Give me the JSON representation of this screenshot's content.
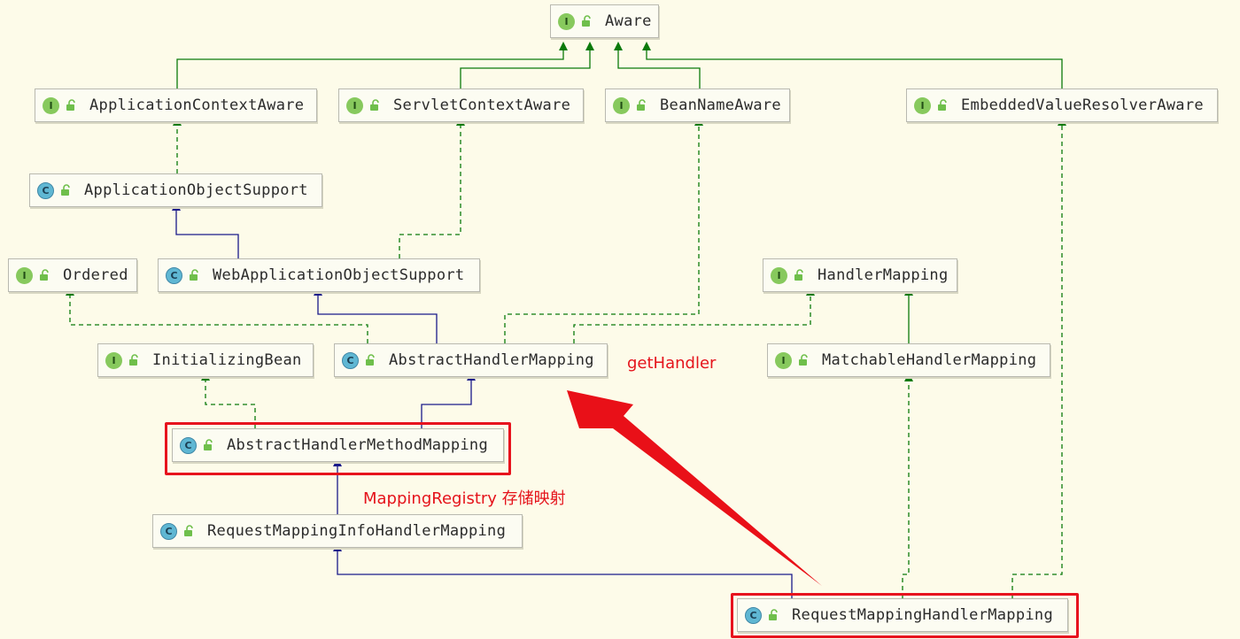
{
  "diagram": {
    "nodes": [
      {
        "id": "aware",
        "kind": "I",
        "label": "Aware"
      },
      {
        "id": "application-context-aware",
        "kind": "I",
        "label": "ApplicationContextAware"
      },
      {
        "id": "servlet-context-aware",
        "kind": "I",
        "label": "ServletContextAware"
      },
      {
        "id": "bean-name-aware",
        "kind": "I",
        "label": "BeanNameAware"
      },
      {
        "id": "embedded-value-resolver-aware",
        "kind": "I",
        "label": "EmbeddedValueResolverAware"
      },
      {
        "id": "application-object-support",
        "kind": "C",
        "label": "ApplicationObjectSupport"
      },
      {
        "id": "ordered",
        "kind": "I",
        "label": "Ordered"
      },
      {
        "id": "web-application-object-support",
        "kind": "C",
        "label": "WebApplicationObjectSupport"
      },
      {
        "id": "handler-mapping",
        "kind": "I",
        "label": "HandlerMapping"
      },
      {
        "id": "initializing-bean",
        "kind": "I",
        "label": "InitializingBean"
      },
      {
        "id": "abstract-handler-mapping",
        "kind": "C",
        "label": "AbstractHandlerMapping"
      },
      {
        "id": "matchable-handler-mapping",
        "kind": "I",
        "label": "MatchableHandlerMapping"
      },
      {
        "id": "abstract-handler-method-mapping",
        "kind": "C",
        "label": "AbstractHandlerMethodMapping"
      },
      {
        "id": "request-mapping-info-handler-mapping",
        "kind": "C",
        "label": "RequestMappingInfoHandlerMapping"
      },
      {
        "id": "request-mapping-handler-mapping",
        "kind": "C",
        "label": "RequestMappingHandlerMapping"
      }
    ],
    "edges": [
      {
        "from": "application-context-aware",
        "to": "aware",
        "type": "extends-interface"
      },
      {
        "from": "servlet-context-aware",
        "to": "aware",
        "type": "extends-interface"
      },
      {
        "from": "bean-name-aware",
        "to": "aware",
        "type": "extends-interface"
      },
      {
        "from": "embedded-value-resolver-aware",
        "to": "aware",
        "type": "extends-interface"
      },
      {
        "from": "application-object-support",
        "to": "application-context-aware",
        "type": "implements"
      },
      {
        "from": "web-application-object-support",
        "to": "application-object-support",
        "type": "extends"
      },
      {
        "from": "web-application-object-support",
        "to": "servlet-context-aware",
        "type": "implements"
      },
      {
        "from": "abstract-handler-mapping",
        "to": "ordered",
        "type": "implements"
      },
      {
        "from": "abstract-handler-mapping",
        "to": "web-application-object-support",
        "type": "extends"
      },
      {
        "from": "abstract-handler-mapping",
        "to": "bean-name-aware",
        "type": "implements"
      },
      {
        "from": "abstract-handler-mapping",
        "to": "handler-mapping",
        "type": "implements"
      },
      {
        "from": "matchable-handler-mapping",
        "to": "handler-mapping",
        "type": "extends-interface"
      },
      {
        "from": "abstract-handler-method-mapping",
        "to": "initializing-bean",
        "type": "implements"
      },
      {
        "from": "abstract-handler-method-mapping",
        "to": "abstract-handler-mapping",
        "type": "extends"
      },
      {
        "from": "request-mapping-info-handler-mapping",
        "to": "abstract-handler-method-mapping",
        "type": "extends"
      },
      {
        "from": "request-mapping-handler-mapping",
        "to": "request-mapping-info-handler-mapping",
        "type": "extends"
      },
      {
        "from": "request-mapping-handler-mapping",
        "to": "matchable-handler-mapping",
        "type": "implements"
      },
      {
        "from": "request-mapping-handler-mapping",
        "to": "embedded-value-resolver-aware",
        "type": "implements"
      }
    ],
    "annotations": [
      {
        "id": "get-handler",
        "text": "getHandler"
      },
      {
        "id": "mapping-registry",
        "text": "MappingRegistry 存储映射"
      }
    ],
    "highlighted": [
      "abstract-handler-method-mapping",
      "request-mapping-handler-mapping"
    ],
    "colors": {
      "interface_edge": "#0b7a0b",
      "class_edge": "#1a1a8a",
      "highlight": "#e7121d",
      "interface_badge": "#87c95d",
      "class_badge": "#5fb7d3",
      "background": "#fdfbe9"
    }
  }
}
